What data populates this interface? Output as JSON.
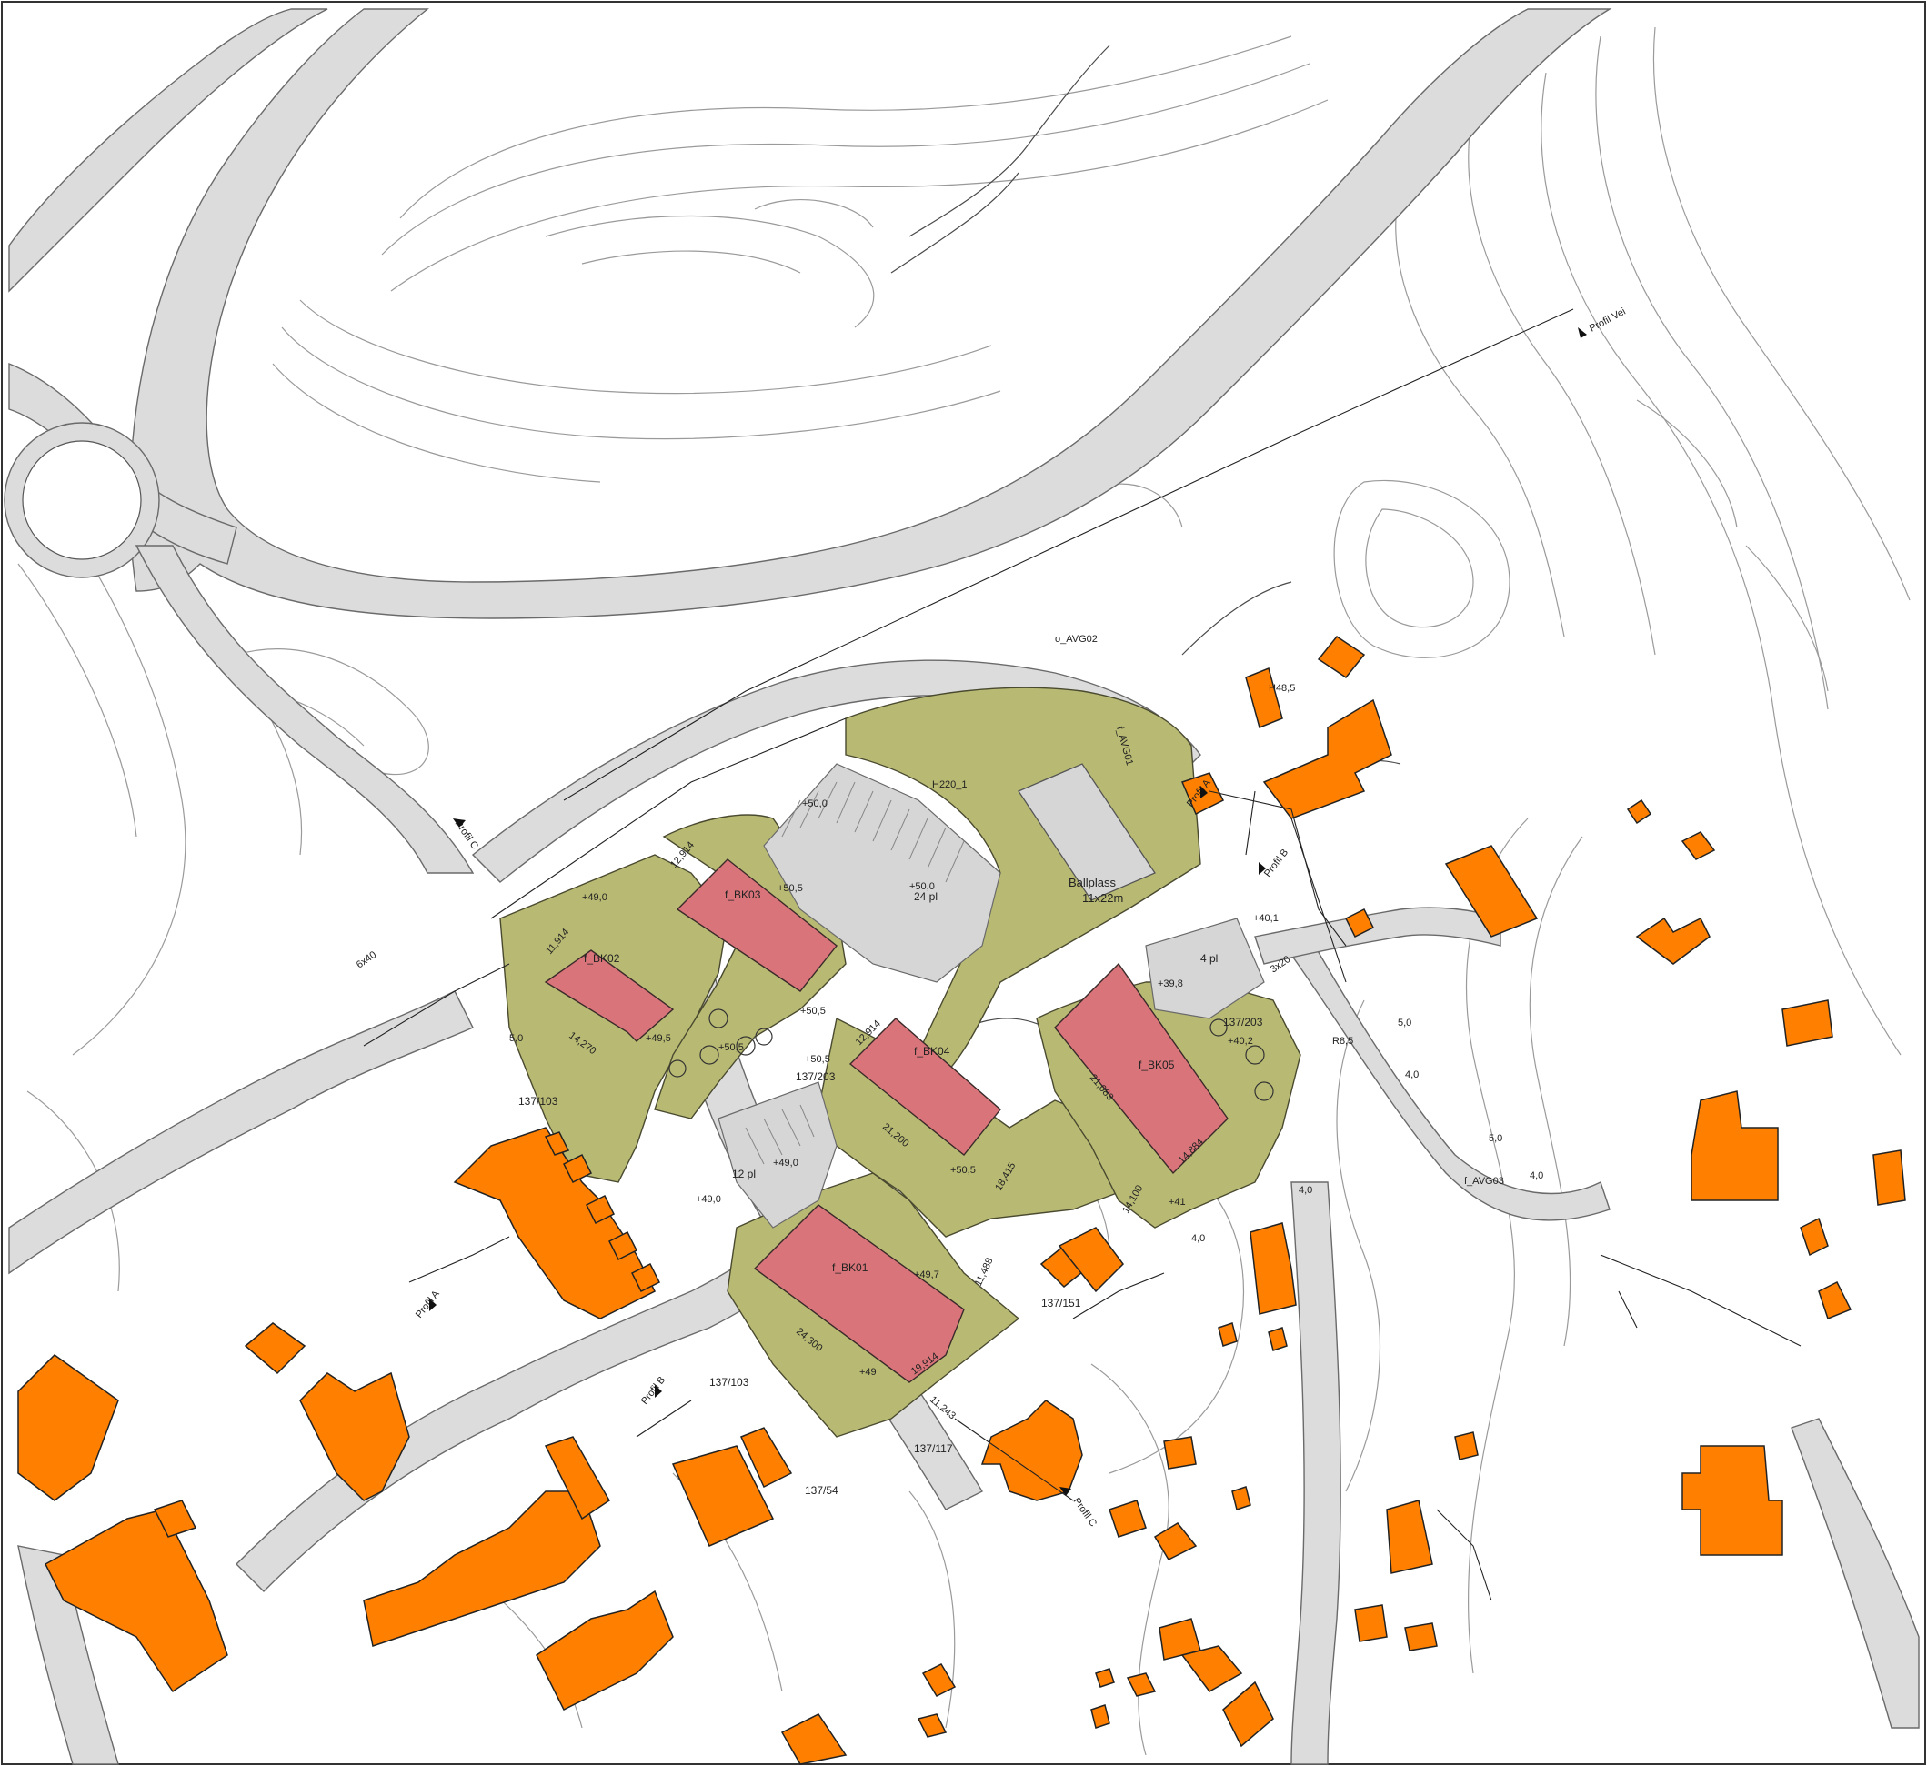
{
  "colors": {
    "existing_building": "#ff8000",
    "planned_building": "#d9757a",
    "green_area": "#b8ba73",
    "road": "#dcdcdc",
    "parking": "#d6d6d6",
    "line": "#222222"
  },
  "plots": {
    "bk01": "f_BK01",
    "bk02": "f_BK02",
    "bk03": "f_BK03",
    "bk04": "f_BK04",
    "bk05": "f_BK05"
  },
  "ballfield": {
    "line1": "Ballplass",
    "line2": "11x22m"
  },
  "parking": {
    "p24": "24 pl",
    "p12": "12 pl",
    "p4": "4 pl"
  },
  "gnr": {
    "a": "137/103",
    "b": "137/203",
    "c": "137/203",
    "d": "137/151",
    "e": "137/103",
    "f": "137/117",
    "g": "137/54"
  },
  "profiles": {
    "a1": "Profil A",
    "a2": "Profil A",
    "b1": "Profil B",
    "b2": "Profil B",
    "c1": "Profil C",
    "c2": "Profil C",
    "vei": "Profil Vei"
  },
  "roads": {
    "avg02": "o_AVG02",
    "avg01": "f_AVG01",
    "avg03": "f_AVG03"
  },
  "elevations": {
    "e1": "+50,0",
    "e2": "+50,0",
    "e3": "+49,0",
    "e4": "+50,5",
    "e5": "+50,5",
    "e6": "+49,5",
    "e7": "+50,5",
    "e8": "+50,5",
    "e9": "+49,0",
    "e10": "+49,0",
    "e11": "+50,5",
    "e12": "+39,8",
    "e13": "+40,2",
    "e14": "+40,1",
    "e15": "+41",
    "e16": "+49,7",
    "e17": "+49",
    "e18": "H220_1",
    "e19": "R8,5",
    "e20": "H48,5"
  },
  "dimensions": {
    "d1": "12,914",
    "d2": "11,914",
    "d3": "12,914",
    "d4": "14,270",
    "d5": "21,200",
    "d6": "18,415",
    "d7": "24,300",
    "d8": "19,914",
    "d9": "14,100",
    "d10": "14,884",
    "d11": "21,083",
    "d12": "11,243",
    "d13": "11,488",
    "d14": "5,0",
    "d15": "5,0",
    "d16": "4,0",
    "d17": "5,0",
    "d18": "4,0",
    "d19": "4,0",
    "d20": "6x40",
    "d21": "3x20",
    "d22": "4,0"
  }
}
